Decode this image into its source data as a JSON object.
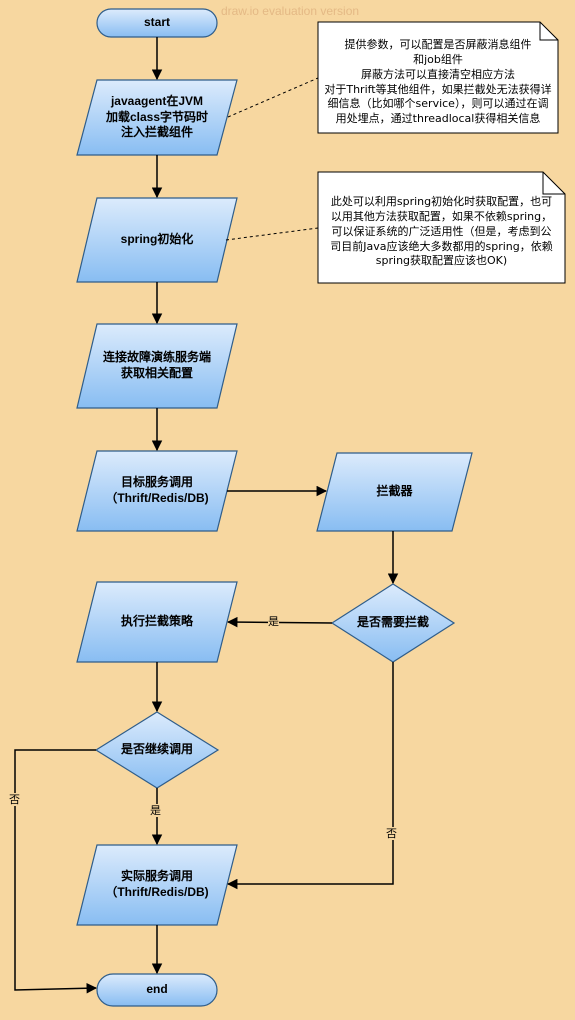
{
  "watermark": "draw.io evaluation version",
  "nodes": {
    "start": "start",
    "inject": "javaagent在JVM\n加载class字节码时\n注入拦截组件",
    "spring_init": "spring初始化",
    "connect": "连接故障演练服务端\n获取相关配置",
    "target_call": "目标服务调用\n（Thrift/Redis/DB)",
    "interceptor": "拦截器",
    "need_intercept": "是否需要拦截",
    "exec_strategy": "执行拦截策略",
    "continue_call": "是否继续调用",
    "actual_call": "实际服务调用\n（Thrift/Redis/DB)",
    "end": "end"
  },
  "notes": {
    "note1": "提供参数，可以配置是否屏蔽消息组件\n和job组件\n屏蔽方法可以直接清空相应方法\n对于Thrift等其他组件，如果拦截处无法获得详\n细信息（比如哪个service），则可以通过在调\n用处埋点，通过threadlocal获得相关信息",
    "note2": "此处可以利用spring初始化时获取配置，也可\n以用其他方法获取配置，如果不依赖spring，\n可以保证系统的广泛适用性（但是，考虑到公\n司目前Java应该绝大多数都用的spring，依赖\nspring获取配置应该也OK)"
  },
  "edge_labels": {
    "yes_intercept": "是",
    "no_intercept": "否",
    "yes_continue": "是",
    "no_continue": "否"
  },
  "colors": {
    "background": "#f7d7a0",
    "shape_fill_light": "#dcebfc",
    "shape_fill_dark": "#88bdf2",
    "shape_stroke": "#2f5d8a",
    "arrow": "#000000",
    "note_fill": "#ffffff"
  }
}
